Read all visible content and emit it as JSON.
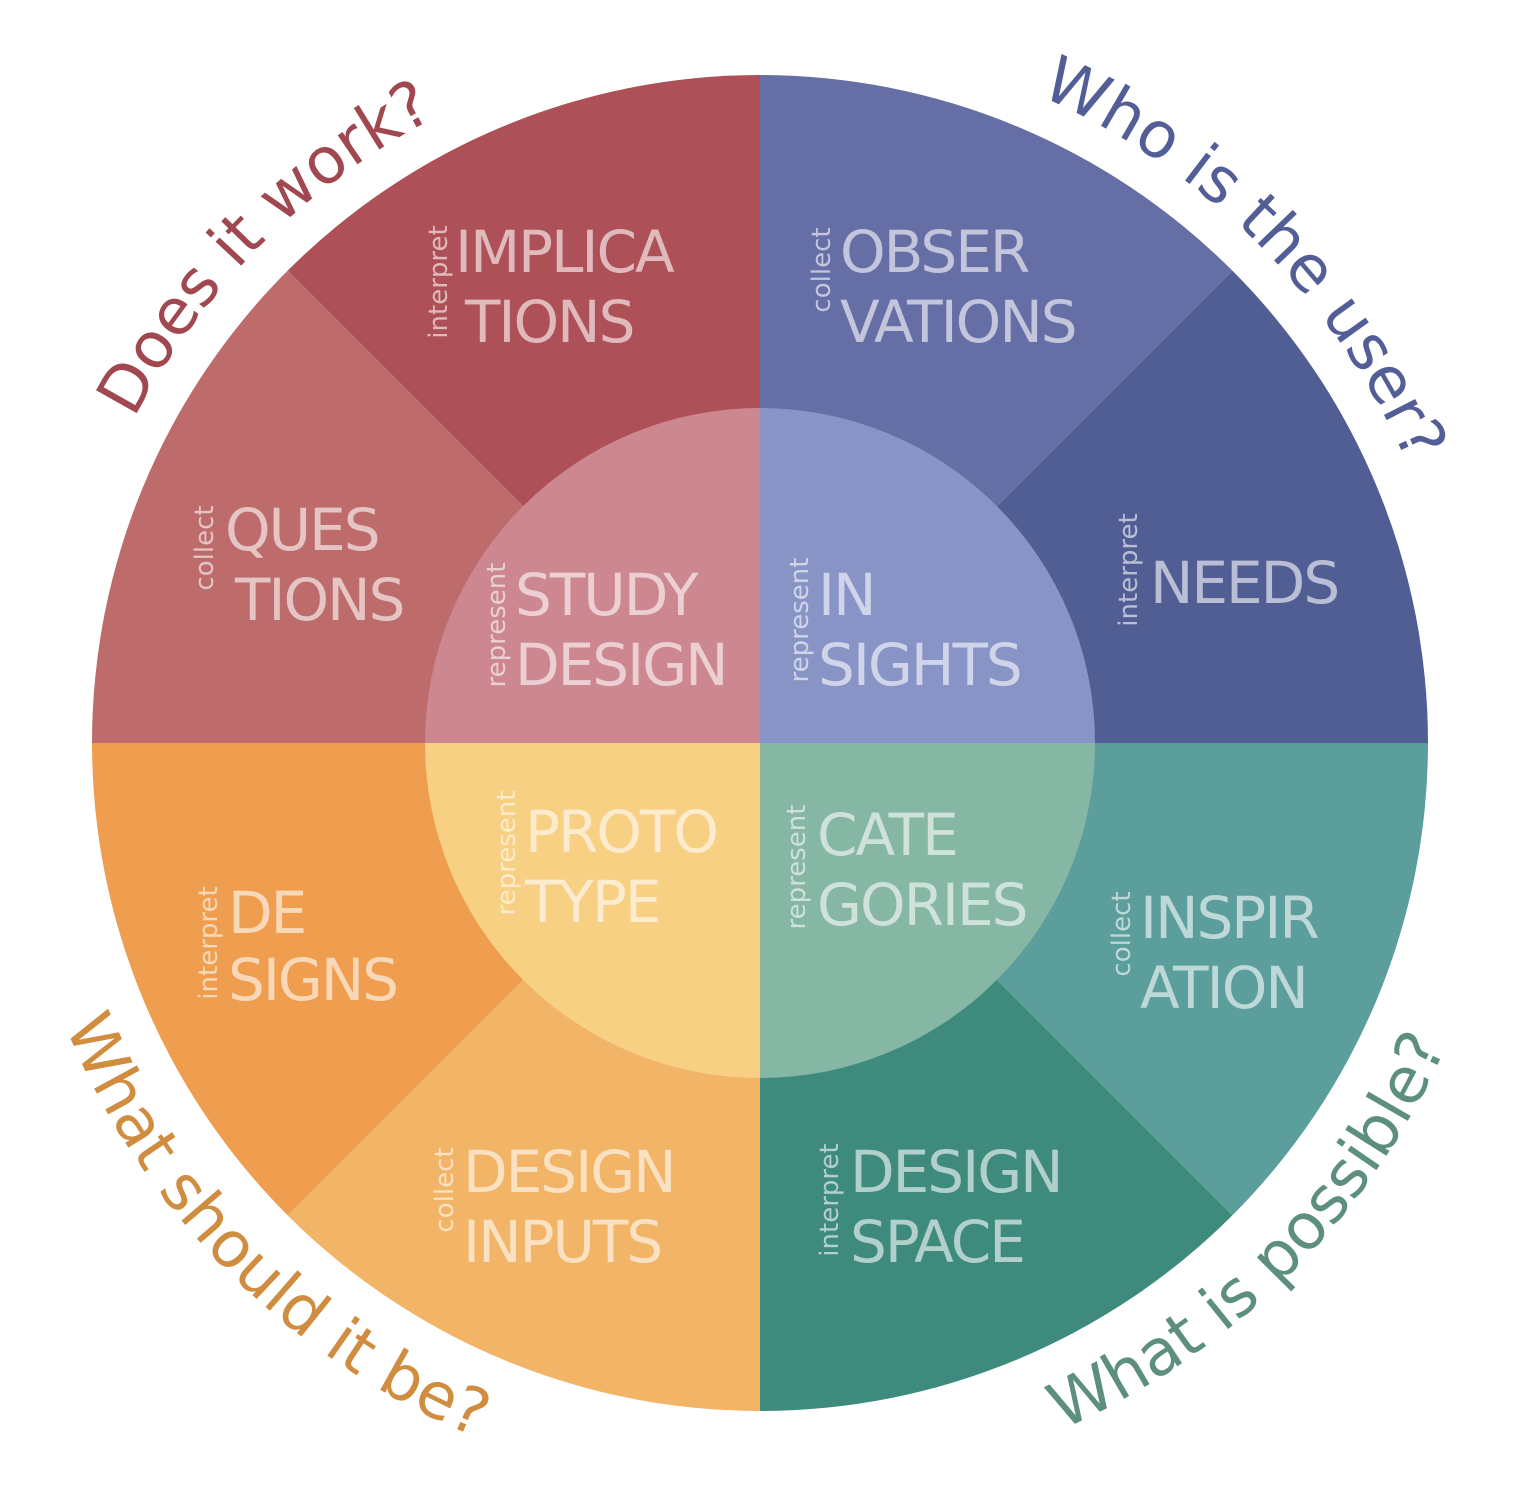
{
  "questions": {
    "top_left": {
      "text": "Does it work?",
      "color": "#A0474F"
    },
    "top_right": {
      "text": "Who is the user?",
      "color": "#545E96"
    },
    "bottom_left": {
      "text": "What should it be?",
      "color": "#D08D40"
    },
    "bottom_right": {
      "text": "What is possible?",
      "color": "#5C8F7C"
    }
  },
  "outer_segments": [
    {
      "id": "inspiration",
      "verb": "collect",
      "line1": "INSPIR",
      "line2": "ATION",
      "color": "#5B9E9C"
    },
    {
      "id": "design-space",
      "verb": "interpret",
      "line1": "DESIGN",
      "line2": "SPACE",
      "color": "#3E8A7D"
    },
    {
      "id": "design-inputs",
      "verb": "collect",
      "line1": "DESIGN",
      "line2": "INPUTS",
      "color": "#F2B466"
    },
    {
      "id": "designs",
      "verb": "interpret",
      "line1": "DE",
      "line2": "SIGNS",
      "color": "#EF9E4F"
    },
    {
      "id": "questions",
      "verb": "collect",
      "line1": "QUES",
      "line2": "TIONS",
      "color": "#BD6B6B"
    },
    {
      "id": "implications",
      "verb": "interpret",
      "line1": "IMPLICA",
      "line2": "TIONS",
      "color": "#AE5057"
    },
    {
      "id": "observations",
      "verb": "collect",
      "line1": "OBSER",
      "line2": "VATIONS",
      "color": "#666EA6"
    },
    {
      "id": "needs",
      "verb": "interpret",
      "line1": "NEEDS",
      "line2": "",
      "color": "#515E94"
    }
  ],
  "inner_segments": [
    {
      "id": "categories",
      "verb": "represent",
      "line1": "CATE",
      "line2": "GORIES",
      "color": "#86B6A4"
    },
    {
      "id": "prototype",
      "verb": "represent",
      "line1": "PROTO",
      "line2": "TYPE",
      "color": "#F7D083"
    },
    {
      "id": "study-design",
      "verb": "represent",
      "line1": "STUDY",
      "line2": "DESIGN",
      "color": "#CD8791"
    },
    {
      "id": "insights",
      "verb": "represent",
      "line1": "IN",
      "line2": "SIGHTS",
      "color": "#8893C6"
    }
  ]
}
